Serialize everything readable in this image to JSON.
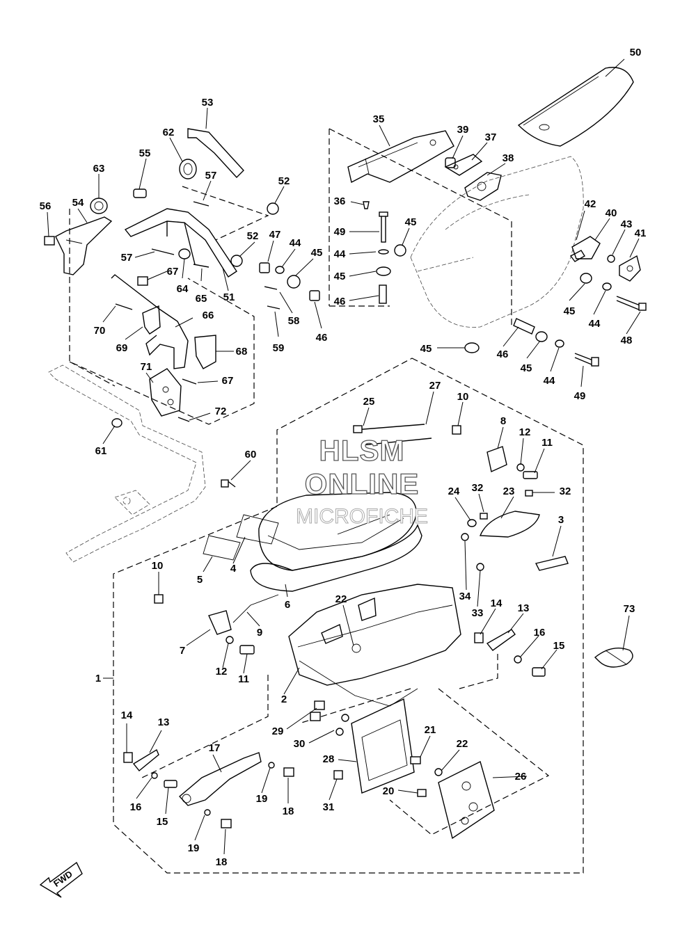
{
  "watermark": {
    "line1": "HLSM",
    "line2": "ONLINE",
    "line3": "MICROFICHE"
  },
  "direction_arrow": {
    "label": "FWD"
  },
  "callouts": [
    {
      "id": "c50",
      "text": "50"
    },
    {
      "id": "c53",
      "text": "53"
    },
    {
      "id": "c35",
      "text": "35"
    },
    {
      "id": "c39",
      "text": "39"
    },
    {
      "id": "c37",
      "text": "37"
    },
    {
      "id": "c38",
      "text": "38"
    },
    {
      "id": "c62",
      "text": "62"
    },
    {
      "id": "c55",
      "text": "55"
    },
    {
      "id": "c57a",
      "text": "57"
    },
    {
      "id": "c63",
      "text": "63"
    },
    {
      "id": "c52a",
      "text": "52"
    },
    {
      "id": "c36",
      "text": "36"
    },
    {
      "id": "c42",
      "text": "42"
    },
    {
      "id": "c40",
      "text": "40"
    },
    {
      "id": "c43",
      "text": "43"
    },
    {
      "id": "c41",
      "text": "41"
    },
    {
      "id": "c56",
      "text": "56"
    },
    {
      "id": "c54",
      "text": "54"
    },
    {
      "id": "c49a",
      "text": "49"
    },
    {
      "id": "c45a",
      "text": "45"
    },
    {
      "id": "c52b",
      "text": "52"
    },
    {
      "id": "c47",
      "text": "47"
    },
    {
      "id": "c44a",
      "text": "44"
    },
    {
      "id": "c45b",
      "text": "45"
    },
    {
      "id": "c44b",
      "text": "44"
    },
    {
      "id": "c57b",
      "text": "57"
    },
    {
      "id": "c45c",
      "text": "45"
    },
    {
      "id": "c67a",
      "text": "67"
    },
    {
      "id": "c64",
      "text": "64"
    },
    {
      "id": "c65",
      "text": "65"
    },
    {
      "id": "c51",
      "text": "51"
    },
    {
      "id": "c46a",
      "text": "46"
    },
    {
      "id": "c58",
      "text": "58"
    },
    {
      "id": "c45d",
      "text": "45"
    },
    {
      "id": "c44c",
      "text": "44"
    },
    {
      "id": "c48",
      "text": "48"
    },
    {
      "id": "c70",
      "text": "70"
    },
    {
      "id": "c66",
      "text": "66"
    },
    {
      "id": "c59",
      "text": "59"
    },
    {
      "id": "c46b",
      "text": "46"
    },
    {
      "id": "c69",
      "text": "69"
    },
    {
      "id": "c68",
      "text": "68"
    },
    {
      "id": "c45e",
      "text": "45"
    },
    {
      "id": "c46c",
      "text": "46"
    },
    {
      "id": "c45f",
      "text": "45"
    },
    {
      "id": "c44d",
      "text": "44"
    },
    {
      "id": "c71",
      "text": "71"
    },
    {
      "id": "c67b",
      "text": "67"
    },
    {
      "id": "c49b",
      "text": "49"
    },
    {
      "id": "c27",
      "text": "27"
    },
    {
      "id": "c25",
      "text": "25"
    },
    {
      "id": "c10a",
      "text": "10"
    },
    {
      "id": "c72",
      "text": "72"
    },
    {
      "id": "c8",
      "text": "8"
    },
    {
      "id": "c61",
      "text": "61"
    },
    {
      "id": "c12a",
      "text": "12"
    },
    {
      "id": "c11a",
      "text": "11"
    },
    {
      "id": "c60",
      "text": "60"
    },
    {
      "id": "c24",
      "text": "24"
    },
    {
      "id": "c32a",
      "text": "32"
    },
    {
      "id": "c23",
      "text": "23"
    },
    {
      "id": "c32b",
      "text": "32"
    },
    {
      "id": "c3",
      "text": "3"
    },
    {
      "id": "c5",
      "text": "5"
    },
    {
      "id": "c4",
      "text": "4"
    },
    {
      "id": "c10b",
      "text": "10"
    },
    {
      "id": "c34",
      "text": "34"
    },
    {
      "id": "c33",
      "text": "33"
    },
    {
      "id": "c6",
      "text": "6"
    },
    {
      "id": "c22a",
      "text": "22"
    },
    {
      "id": "c73",
      "text": "73"
    },
    {
      "id": "c14a",
      "text": "14"
    },
    {
      "id": "c13a",
      "text": "13"
    },
    {
      "id": "c9",
      "text": "9"
    },
    {
      "id": "c7",
      "text": "7"
    },
    {
      "id": "c16a",
      "text": "16"
    },
    {
      "id": "c15a",
      "text": "15"
    },
    {
      "id": "c12b",
      "text": "12"
    },
    {
      "id": "c11b",
      "text": "11"
    },
    {
      "id": "c1",
      "text": "1"
    },
    {
      "id": "c2",
      "text": "2"
    },
    {
      "id": "c14b",
      "text": "14"
    },
    {
      "id": "c13b",
      "text": "13"
    },
    {
      "id": "c29",
      "text": "29"
    },
    {
      "id": "c30",
      "text": "30"
    },
    {
      "id": "c21",
      "text": "21"
    },
    {
      "id": "c17",
      "text": "17"
    },
    {
      "id": "c22b",
      "text": "22"
    },
    {
      "id": "c28",
      "text": "28"
    },
    {
      "id": "c26",
      "text": "26"
    },
    {
      "id": "c20",
      "text": "20"
    },
    {
      "id": "c16b",
      "text": "16"
    },
    {
      "id": "c19a",
      "text": "19"
    },
    {
      "id": "c15b",
      "text": "15"
    },
    {
      "id": "c18a",
      "text": "18"
    },
    {
      "id": "c31",
      "text": "31"
    },
    {
      "id": "c19b",
      "text": "19"
    },
    {
      "id": "c18b",
      "text": "18"
    }
  ]
}
